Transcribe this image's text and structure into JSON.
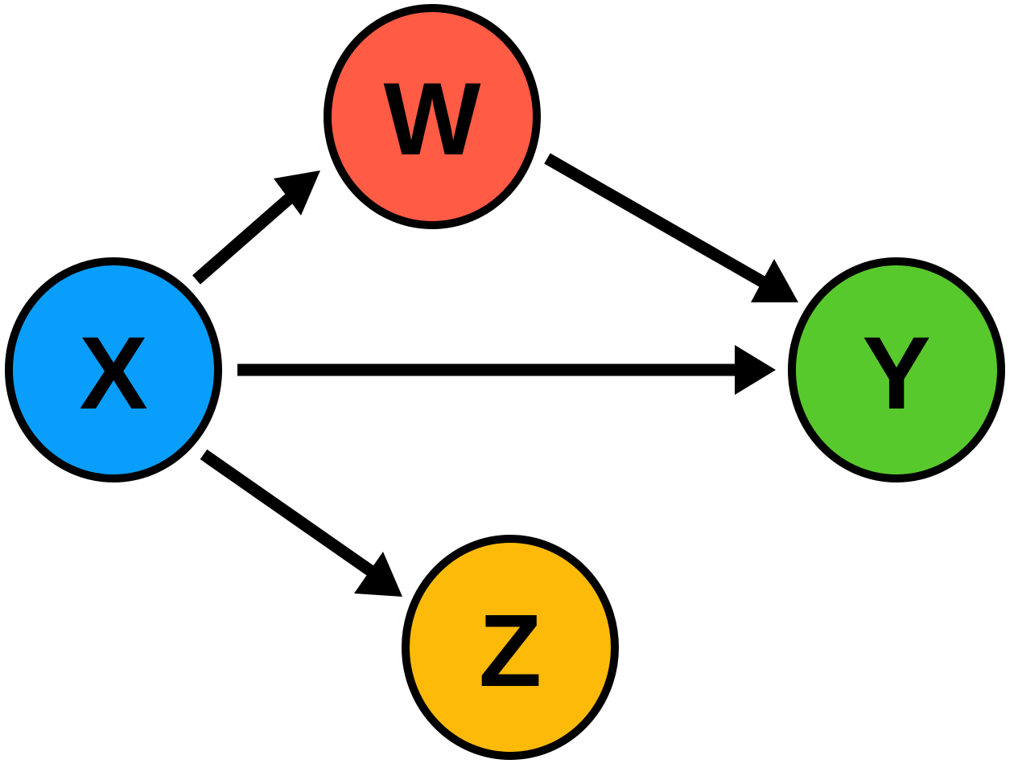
{
  "diagram": {
    "type": "directed-graph",
    "nodes": [
      {
        "id": "X",
        "label": "X",
        "color": "#0A9EFC"
      },
      {
        "id": "W",
        "label": "W",
        "color": "#FF5B45"
      },
      {
        "id": "Y",
        "label": "Y",
        "color": "#58C92C"
      },
      {
        "id": "Z",
        "label": "Z",
        "color": "#FDBA09"
      }
    ],
    "edges": [
      {
        "from": "X",
        "to": "W"
      },
      {
        "from": "W",
        "to": "Y"
      },
      {
        "from": "X",
        "to": "Y"
      },
      {
        "from": "X",
        "to": "Z"
      }
    ],
    "edge_color": "#000000",
    "outline_color": "#000000"
  }
}
